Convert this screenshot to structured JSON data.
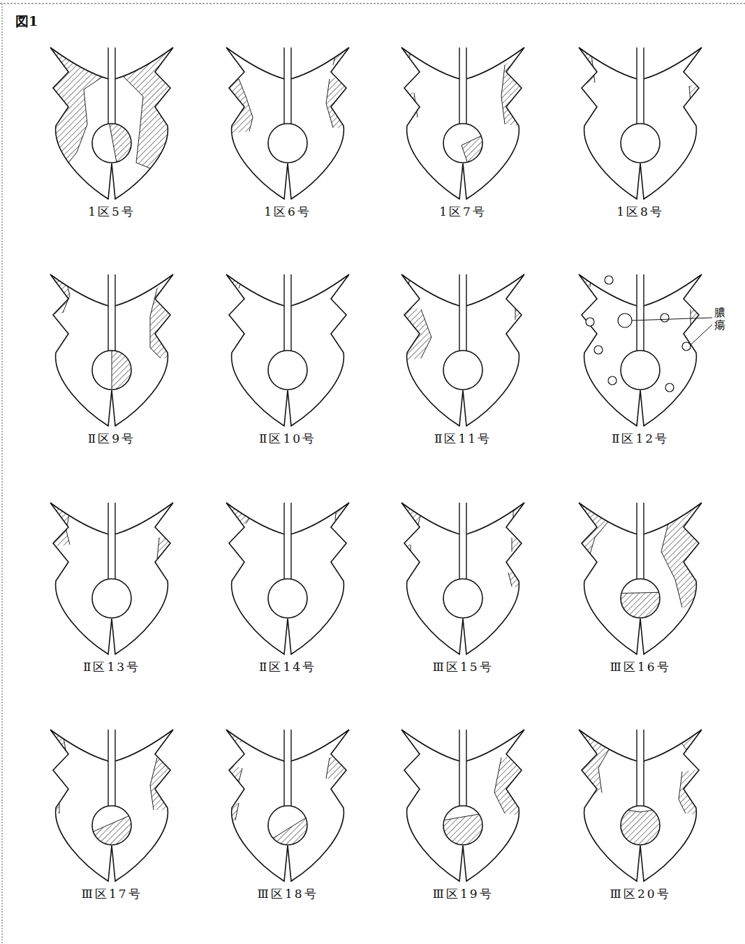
{
  "diagram": {
    "title": "図1",
    "labels": [
      "1区5号",
      "1区6号",
      "1区7号",
      "1区8号",
      "Ⅱ区9号",
      "Ⅱ区10号",
      "Ⅱ区11号",
      "Ⅱ区12号",
      "Ⅱ区13号",
      "Ⅱ区14号",
      "Ⅲ区15号",
      "Ⅲ区16号",
      "Ⅲ区17号",
      "Ⅲ区18号",
      "Ⅲ区19号",
      "Ⅲ区20号",
      "膿瘍"
    ]
  }
}
